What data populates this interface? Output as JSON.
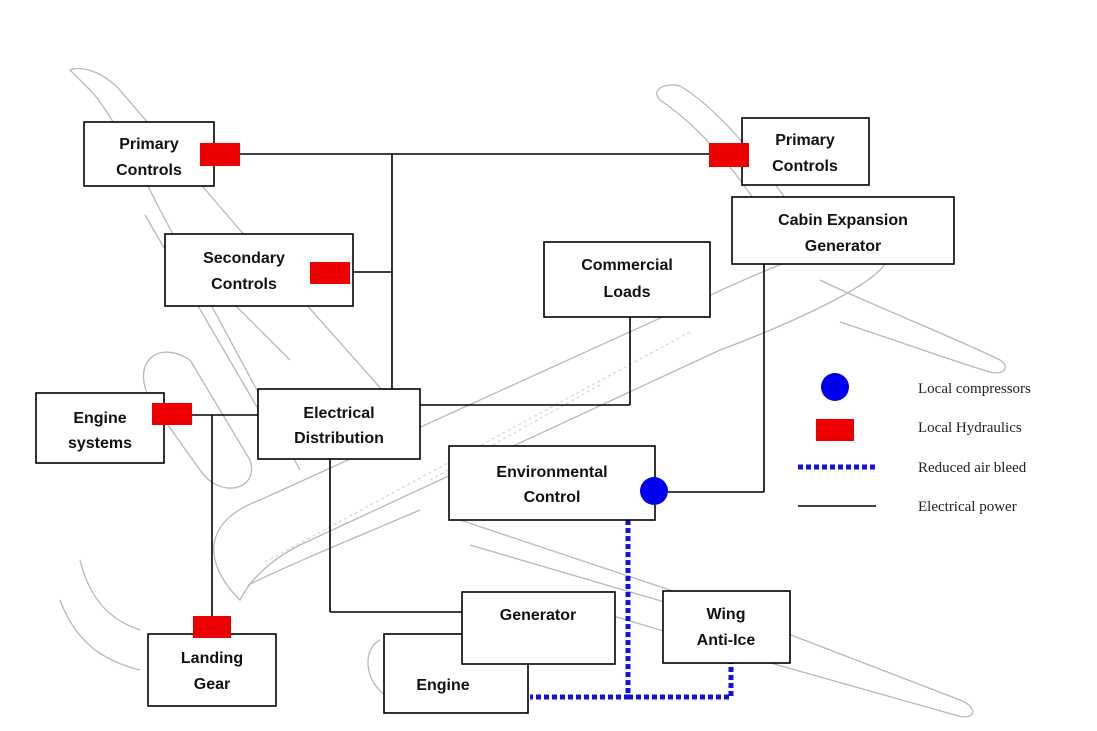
{
  "boxes": {
    "primary_controls_left": [
      "Primary",
      "Controls"
    ],
    "primary_controls_right": [
      "Primary",
      "Controls"
    ],
    "secondary_controls": [
      "Secondary",
      "Controls"
    ],
    "cabin_expansion_generator": [
      "Cabin Expansion",
      "Generator"
    ],
    "commercial_loads": [
      "Commercial",
      "Loads"
    ],
    "engine_systems": [
      "Engine",
      "systems"
    ],
    "electrical_distribution": [
      "Electrical",
      "Distribution"
    ],
    "environmental_control": [
      "Environmental",
      "Control"
    ],
    "generator": [
      "Generator"
    ],
    "wing_anti_ice": [
      "Wing",
      "Anti-Ice"
    ],
    "landing_gear": [
      "Landing",
      "Gear"
    ],
    "engine": [
      "Engine"
    ]
  },
  "legend": {
    "local_compressors": "Local compressors",
    "local_hydraulics": "Local Hydraulics",
    "reduced_air_bleed": "Reduced air bleed",
    "electrical_power": "Electrical power"
  },
  "colors": {
    "hydraulics": "#ee0000",
    "compressors": "#0000ee",
    "air_bleed": "#1010e0",
    "electrical": "#000000",
    "aircraft_outline": "#b8b8b8"
  }
}
